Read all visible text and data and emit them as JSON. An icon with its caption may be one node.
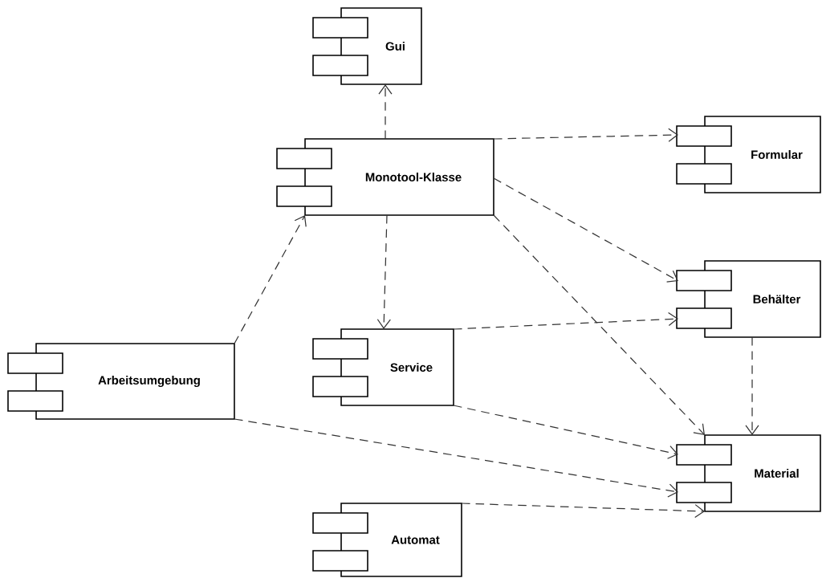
{
  "diagram": {
    "nodes": [
      {
        "text": [
          "Gui"
        ]
      },
      {
        "text": [
          "Monotool-Klasse"
        ]
      },
      {
        "text": [
          "Formular"
        ]
      },
      {
        "text": [
          "Behälter"
        ]
      },
      {
        "text": [
          "Arbeitsumgebung"
        ]
      },
      {
        "text": [
          "Service"
        ]
      },
      {
        "text": [
          "Material"
        ]
      },
      {
        "text": [
          "Automat"
        ]
      }
    ],
    "edges": [
      {
        "from": 1,
        "to": 0,
        "arrow": "to",
        "style": "dashed"
      },
      {
        "from": 1,
        "to": 2,
        "arrow": "to",
        "style": "dashed"
      },
      {
        "from": 1,
        "to": 3,
        "arrow": "to",
        "style": "dashed"
      },
      {
        "from": 1,
        "to": 5,
        "arrow": "to",
        "style": "dashed"
      },
      {
        "from": 1,
        "to": 6,
        "arrow": "to",
        "style": "dashed"
      },
      {
        "from": 4,
        "to": 1,
        "arrow": "to",
        "style": "dashed"
      },
      {
        "from": 5,
        "to": 3,
        "arrow": "to",
        "style": "dashed"
      },
      {
        "from": 5,
        "to": 6,
        "arrow": "to",
        "style": "dashed"
      },
      {
        "from": 4,
        "to": 6,
        "arrow": "to",
        "style": "dashed"
      },
      {
        "from": 3,
        "to": 6,
        "arrow": "to",
        "style": "dashed"
      },
      {
        "from": 7,
        "to": 6,
        "arrow": "to",
        "style": "dashed"
      }
    ]
  }
}
